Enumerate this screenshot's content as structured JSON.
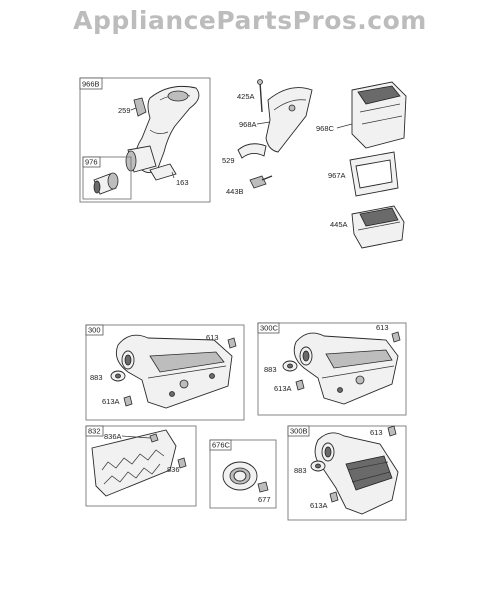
{
  "watermark": "AppliancePartsPros.com",
  "groups": {
    "g966B": "966B",
    "g976": "976",
    "g300": "300",
    "g300C": "300C",
    "g832": "832",
    "g676C": "676C",
    "g300B": "300B"
  },
  "labels": {
    "p259": "259",
    "p163": "163",
    "p425A": "425A",
    "p968A": "968A",
    "p529": "529",
    "p443B": "443B",
    "p968C": "968C",
    "p967A": "967A",
    "p445A": "445A",
    "p613_a": "613",
    "p883_a": "883",
    "p613A_a": "613A",
    "p613_b": "613",
    "p883_b": "883",
    "p613A_b": "613A",
    "p836A": "836A",
    "p836": "836",
    "p677": "677",
    "p613_c": "613",
    "p883_c": "883",
    "p613A_c": "613A"
  }
}
